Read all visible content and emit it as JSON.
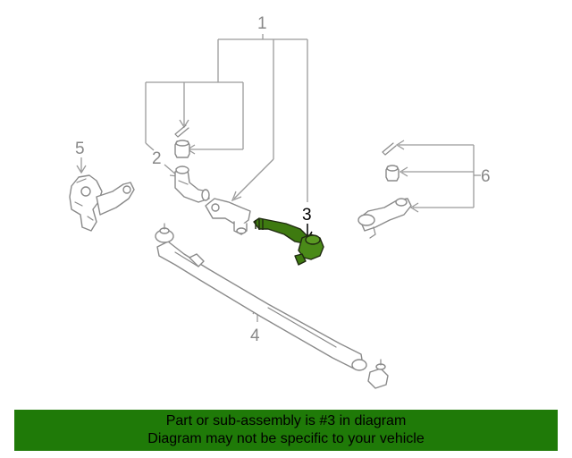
{
  "diagram": {
    "callouts": [
      "1",
      "2",
      "3",
      "4",
      "5",
      "6"
    ],
    "highlighted_part": "3",
    "highlight_color": "#3e7a10",
    "banner_color": "#1f7a08"
  },
  "banner": {
    "line1": "Part or sub-assembly is #3 in diagram",
    "line2": "Diagram may not be specific to your vehicle"
  }
}
